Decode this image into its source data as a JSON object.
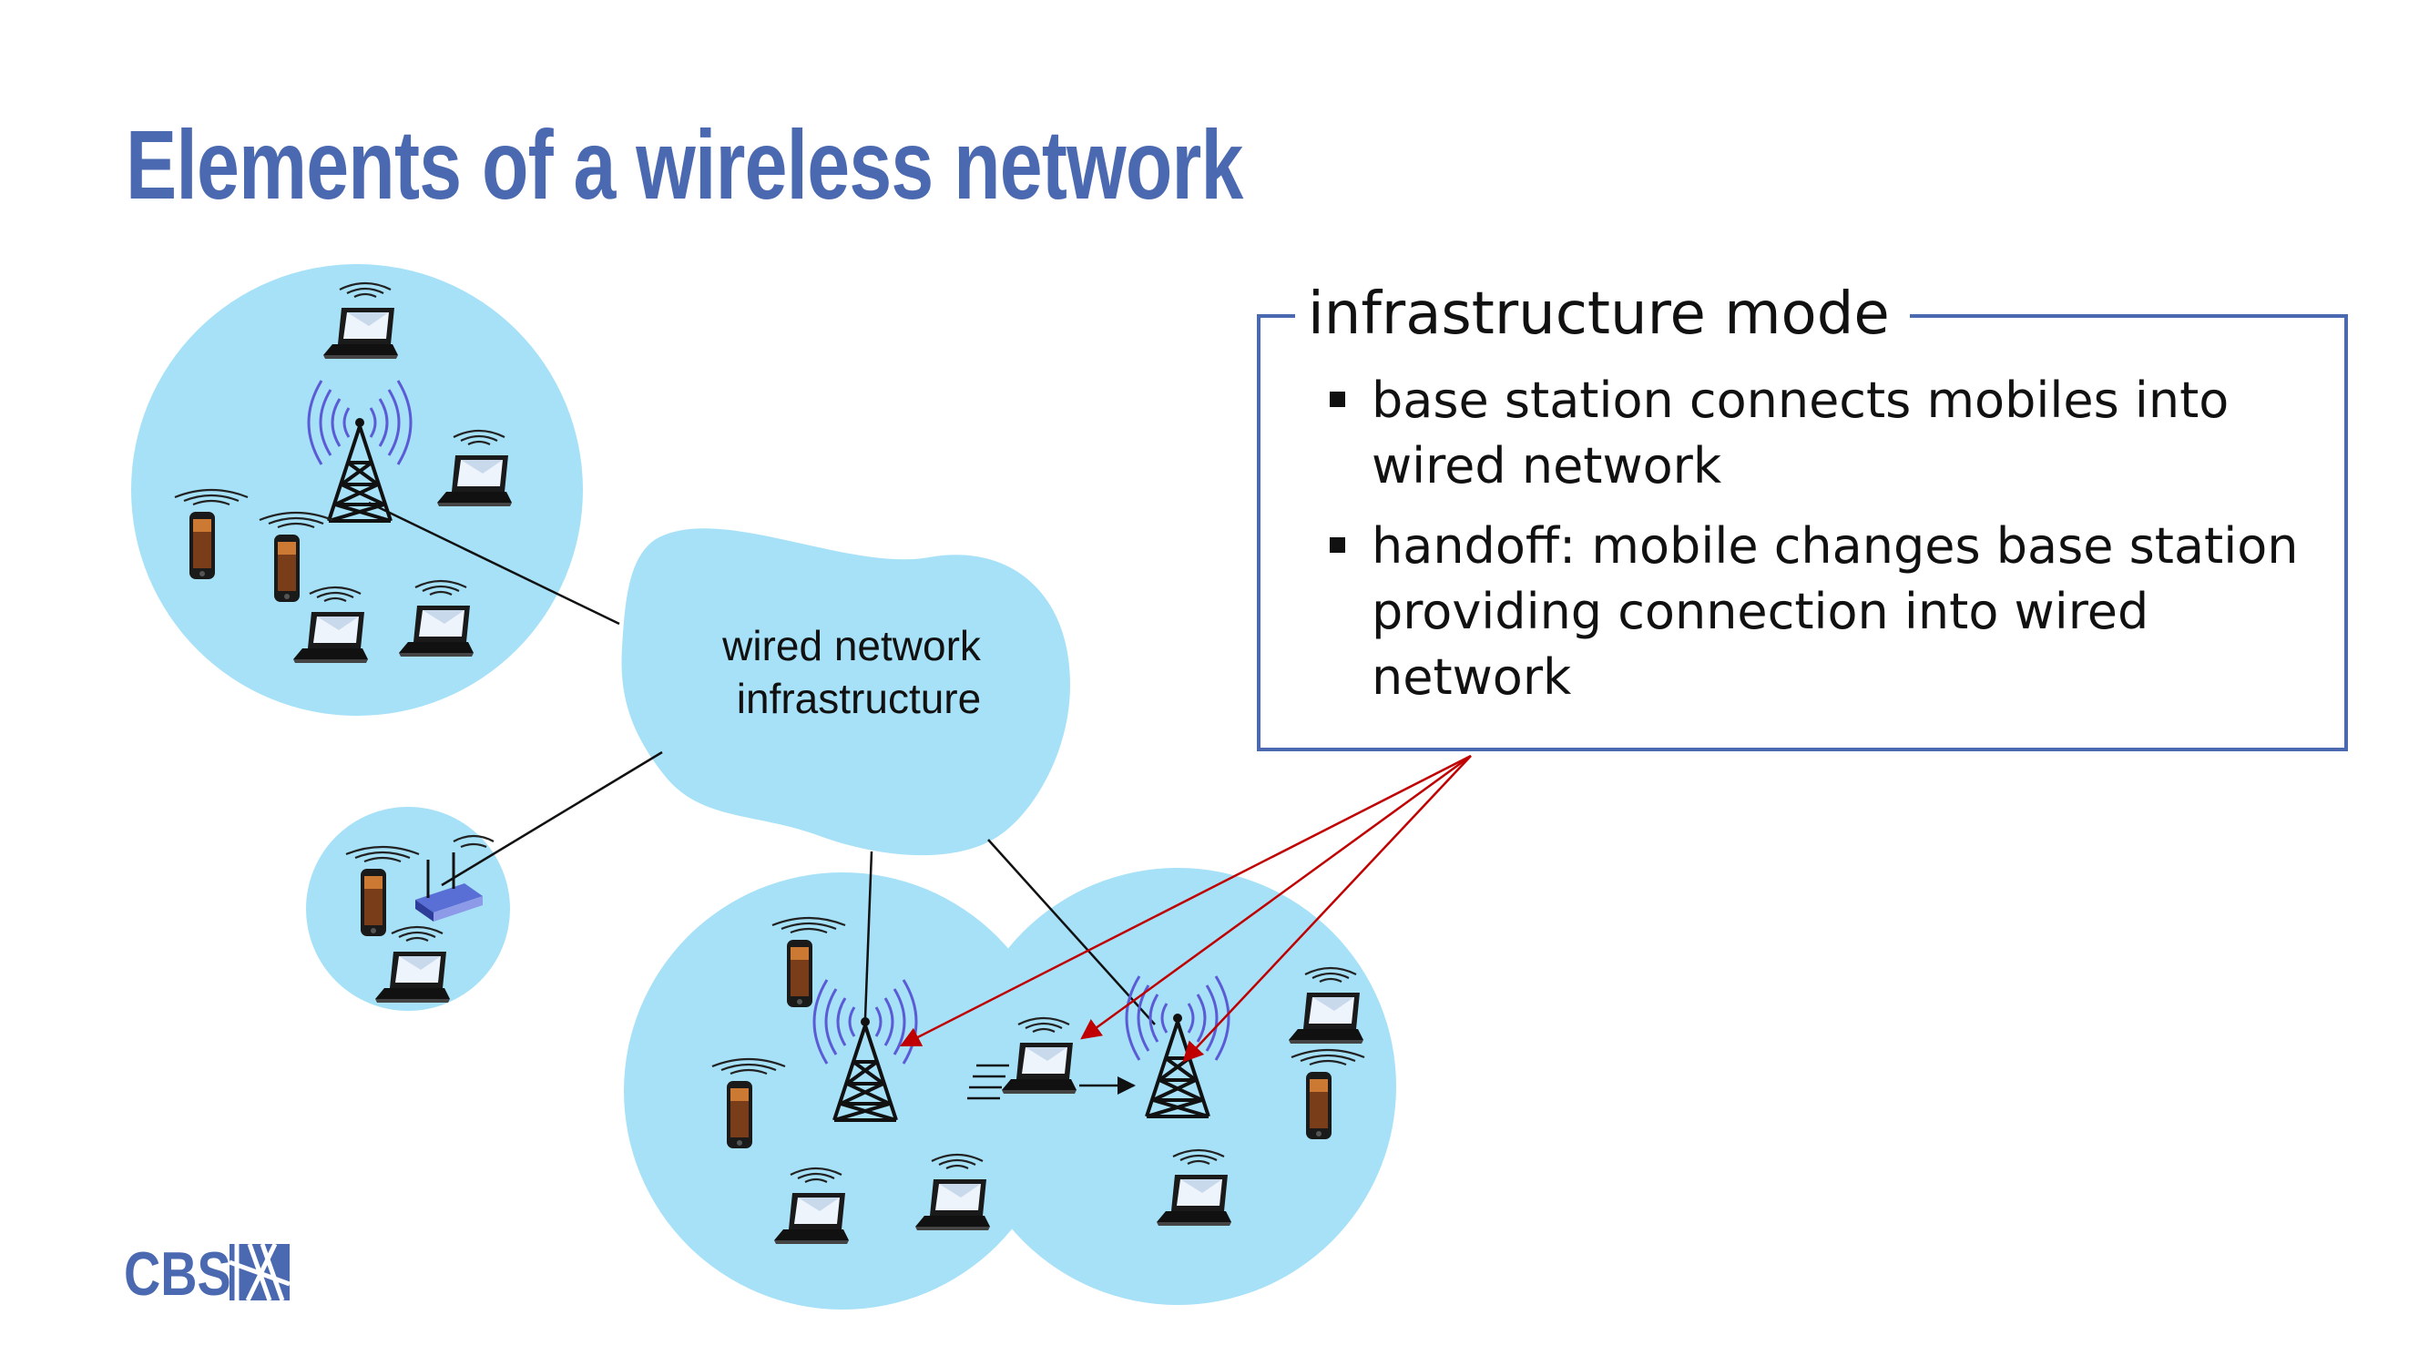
{
  "title": "Elements of a wireless network",
  "cloud": {
    "label_line1": "wired network",
    "label_line2": "infrastructure"
  },
  "legend": {
    "heading": "infrastructure mode",
    "bullets": [
      "base station connects mobiles into wired network",
      "handoff: mobile changes base station providing connection into wired network"
    ]
  },
  "logo": {
    "text": "CBS"
  },
  "colors": {
    "title": "#4a69b0",
    "cell_fill": "#a6e1f8",
    "box_border": "#4a69b0",
    "arrow": "#c00000",
    "signal": "#5b5bd6"
  },
  "icons": [
    "laptop-icon",
    "smartphone-icon",
    "cell-tower-icon",
    "wifi-router-icon",
    "cbs-logo-icon"
  ]
}
